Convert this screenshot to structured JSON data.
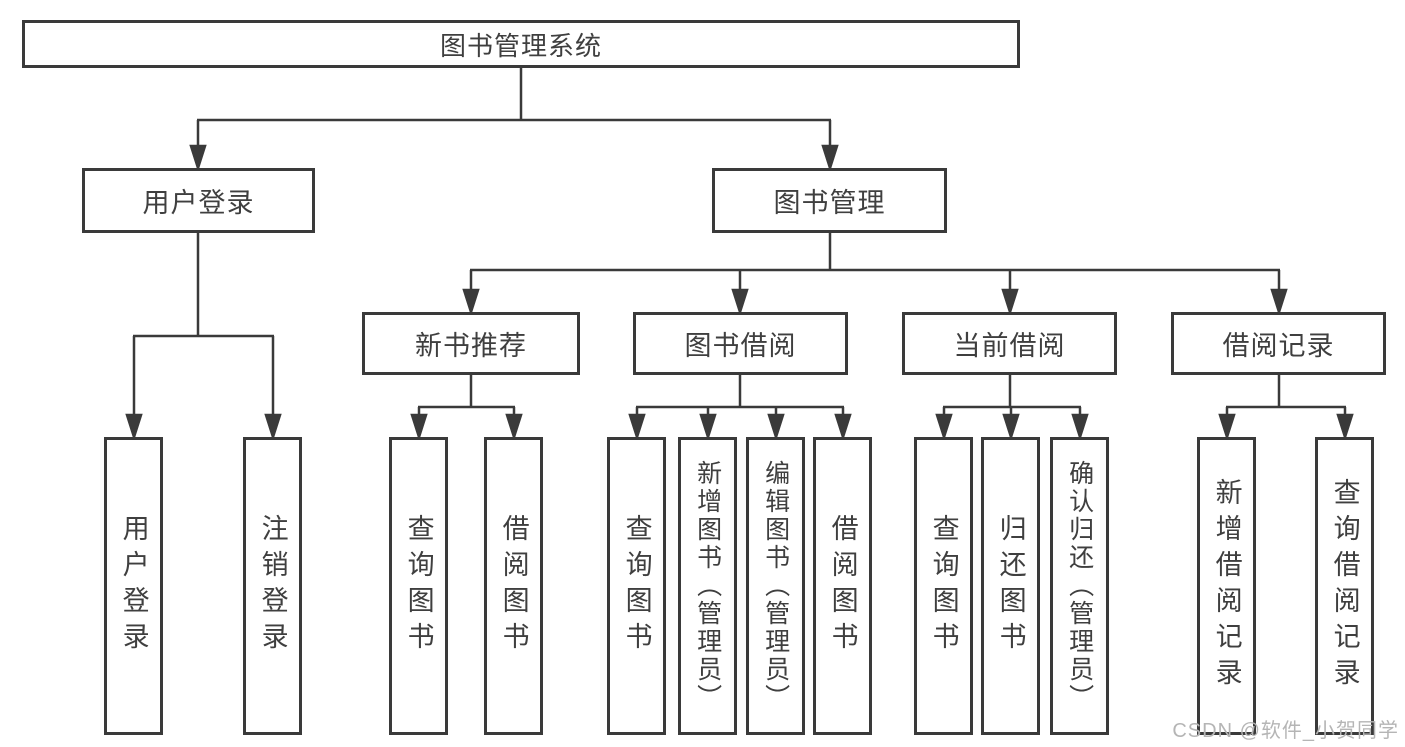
{
  "diagram": {
    "root": "图书管理系统",
    "user_login": {
      "label": "用户登录",
      "children": [
        "用户登录",
        "注销登录"
      ]
    },
    "book_mgmt": {
      "label": "图书管理",
      "sections": [
        {
          "label": "新书推荐",
          "children": [
            "查询图书",
            "借阅图书"
          ]
        },
        {
          "label": "图书借阅",
          "children": [
            "查询图书",
            "新增图书（管理员）",
            "编辑图书（管理员）",
            "借阅图书"
          ]
        },
        {
          "label": "当前借阅",
          "children": [
            "查询图书",
            "归还图书",
            "确认归还（管理员）"
          ]
        },
        {
          "label": "借阅记录",
          "children": [
            "新增借阅记录",
            "查询借阅记录"
          ]
        }
      ]
    }
  },
  "watermark": "CSDN @软件_小贺同学",
  "colors": {
    "line": "#3a3a3a",
    "text": "#3f3f3f",
    "watermark": "#b5b5b5",
    "background": "#ffffff"
  }
}
